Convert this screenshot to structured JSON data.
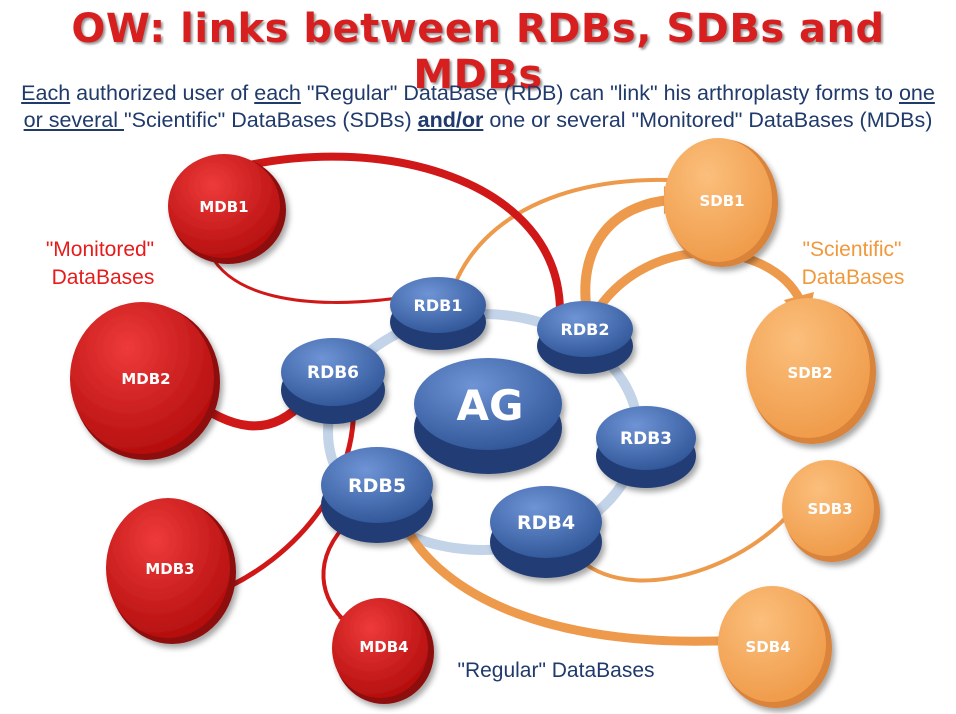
{
  "title": "OW: links between RDBs, SDBs and MDBs",
  "intro": {
    "w_each1": "Each",
    "t1": " authorized user of ",
    "w_each2": "each",
    "t2": " \"Regular\" DataBase (RDB) can \"link\" his arthroplasty forms to ",
    "w_one_or_several": "one or several ",
    "t3": "\"Scientific\" DataBases (SDBs) ",
    "w_andor": "and/or",
    "t4": " one or several \"Monitored\" DataBases (MDBs)"
  },
  "center": {
    "label": "AG"
  },
  "regular": {
    "caption": "\"Regular\" DataBases",
    "nodes": [
      "RDB1",
      "RDB2",
      "RDB3",
      "RDB4",
      "RDB5",
      "RDB6"
    ]
  },
  "monitored": {
    "caption_line1": "\"Monitored\"",
    "caption_line2": "DataBases",
    "nodes": [
      "MDB1",
      "MDB2",
      "MDB3",
      "MDB4"
    ]
  },
  "scientific": {
    "caption_line1": "\"Scientific\"",
    "caption_line2": "DataBases",
    "nodes": [
      "SDB1",
      "SDB2",
      "SDB3",
      "SDB4"
    ]
  },
  "colors": {
    "title": "#d81f1f",
    "intro_text": "#1f3a6b",
    "regular_node": "#4472c4",
    "monitored_node": "#d01818",
    "scientific_node": "#f4a458",
    "ring": "#c3d3e8"
  }
}
